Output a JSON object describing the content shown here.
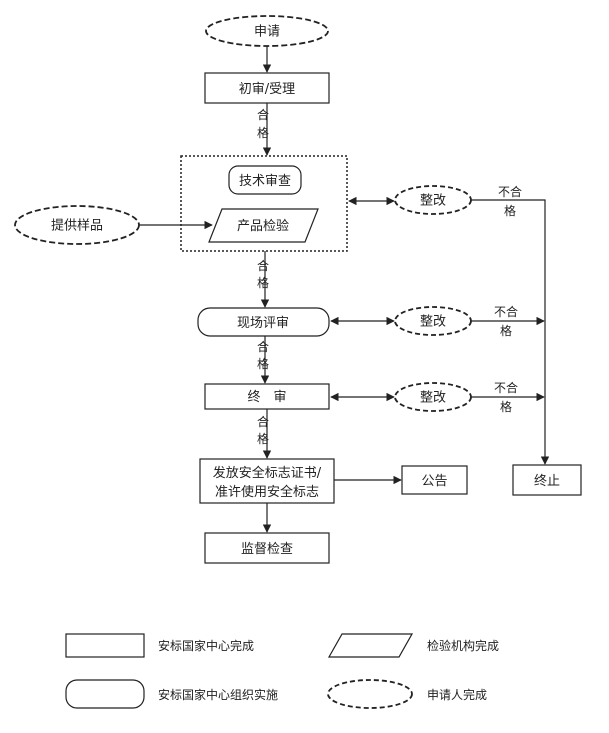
{
  "nodes": {
    "apply": "申请",
    "initial_review": "初审/受理",
    "tech_review": "技术审查",
    "product_test": "产品检验",
    "provide_samples": "提供样品",
    "rectify_1": "整改",
    "rectify_2": "整改",
    "rectify_3": "整改",
    "site_assessment": "现场评审",
    "final_review": "终　审",
    "issue_cert_line1": "发放安全标志证书/",
    "issue_cert_line2": "准许使用安全标志",
    "announce": "公告",
    "terminate": "终止",
    "supervise": "监督检查"
  },
  "edge_labels": {
    "pass_1": [
      "合",
      "格"
    ],
    "pass_2": [
      "合",
      "格"
    ],
    "pass_3": [
      "合",
      "格"
    ],
    "pass_4": [
      "合",
      "格"
    ],
    "fail_1": [
      "不合",
      "格"
    ],
    "fail_2": [
      "不合",
      "格"
    ],
    "fail_3": [
      "不合",
      "格"
    ]
  },
  "legend": {
    "rect": "安标国家中心完成",
    "parallelogram": "检验机构完成",
    "rounded": "安标国家中心组织实施",
    "ellipse": "申请人完成"
  }
}
